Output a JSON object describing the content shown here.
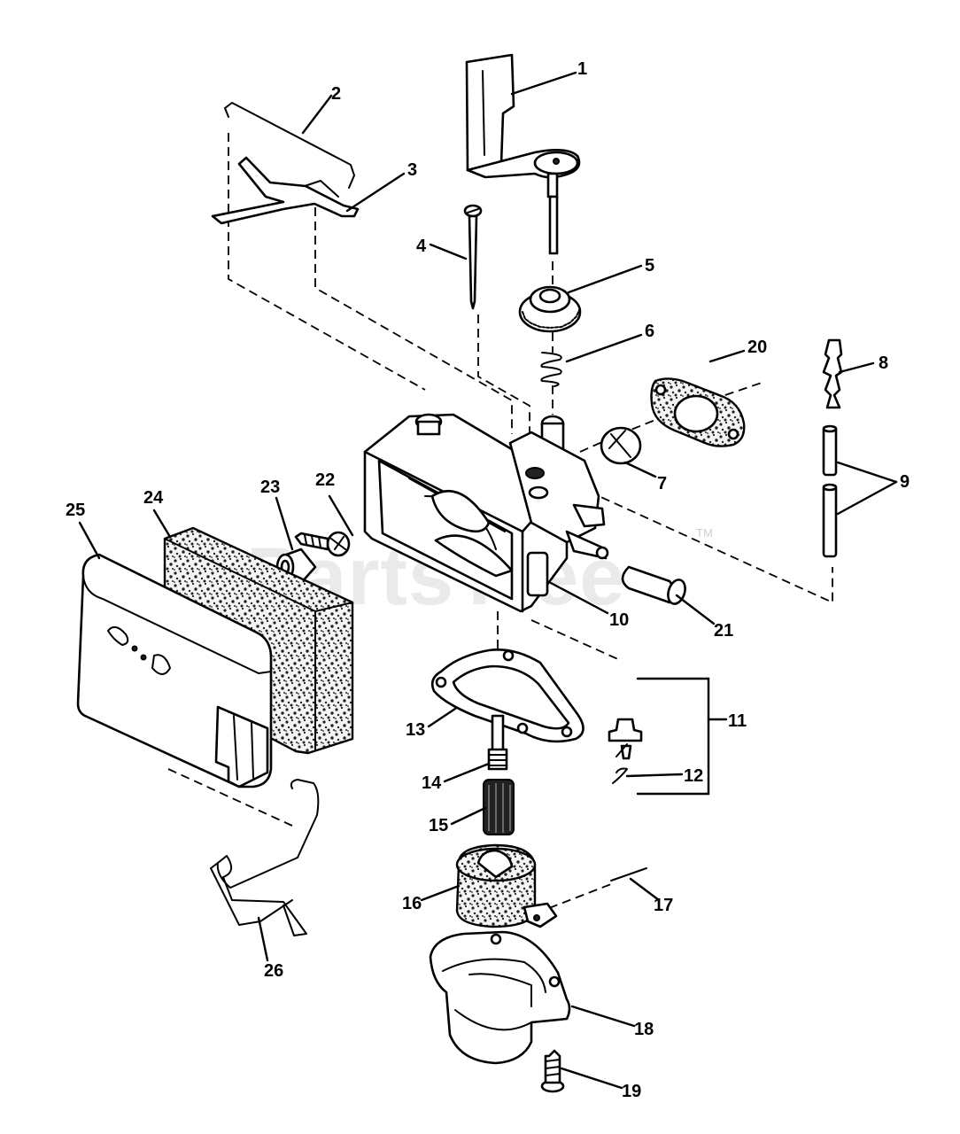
{
  "watermark": {
    "text": "PartsTree",
    "trademark": "TM"
  },
  "callouts": [
    {
      "id": "part-1-label",
      "label": "1"
    },
    {
      "id": "part-2-label",
      "label": "2"
    },
    {
      "id": "part-3-label",
      "label": "3"
    },
    {
      "id": "part-4-label",
      "label": "4"
    },
    {
      "id": "part-5-label",
      "label": "5"
    },
    {
      "id": "part-6-label",
      "label": "6"
    },
    {
      "id": "part-7-label",
      "label": "7"
    },
    {
      "id": "part-8-label",
      "label": "8"
    },
    {
      "id": "part-9-label",
      "label": "9"
    },
    {
      "id": "part-10-label",
      "label": "10"
    },
    {
      "id": "part-11-label",
      "label": "11"
    },
    {
      "id": "part-12-label",
      "label": "12"
    },
    {
      "id": "part-13-label",
      "label": "13"
    },
    {
      "id": "part-14-label",
      "label": "14"
    },
    {
      "id": "part-15-label",
      "label": "15"
    },
    {
      "id": "part-16-label",
      "label": "16"
    },
    {
      "id": "part-17-label",
      "label": "17"
    },
    {
      "id": "part-18-label",
      "label": "18"
    },
    {
      "id": "part-19-label",
      "label": "19"
    },
    {
      "id": "part-20-label",
      "label": "20"
    },
    {
      "id": "part-21-label",
      "label": "21"
    },
    {
      "id": "part-22-label",
      "label": "22"
    },
    {
      "id": "part-23-label",
      "label": "23"
    },
    {
      "id": "part-24-label",
      "label": "24"
    },
    {
      "id": "part-25-label",
      "label": "25"
    },
    {
      "id": "part-26-label",
      "label": "26"
    }
  ]
}
